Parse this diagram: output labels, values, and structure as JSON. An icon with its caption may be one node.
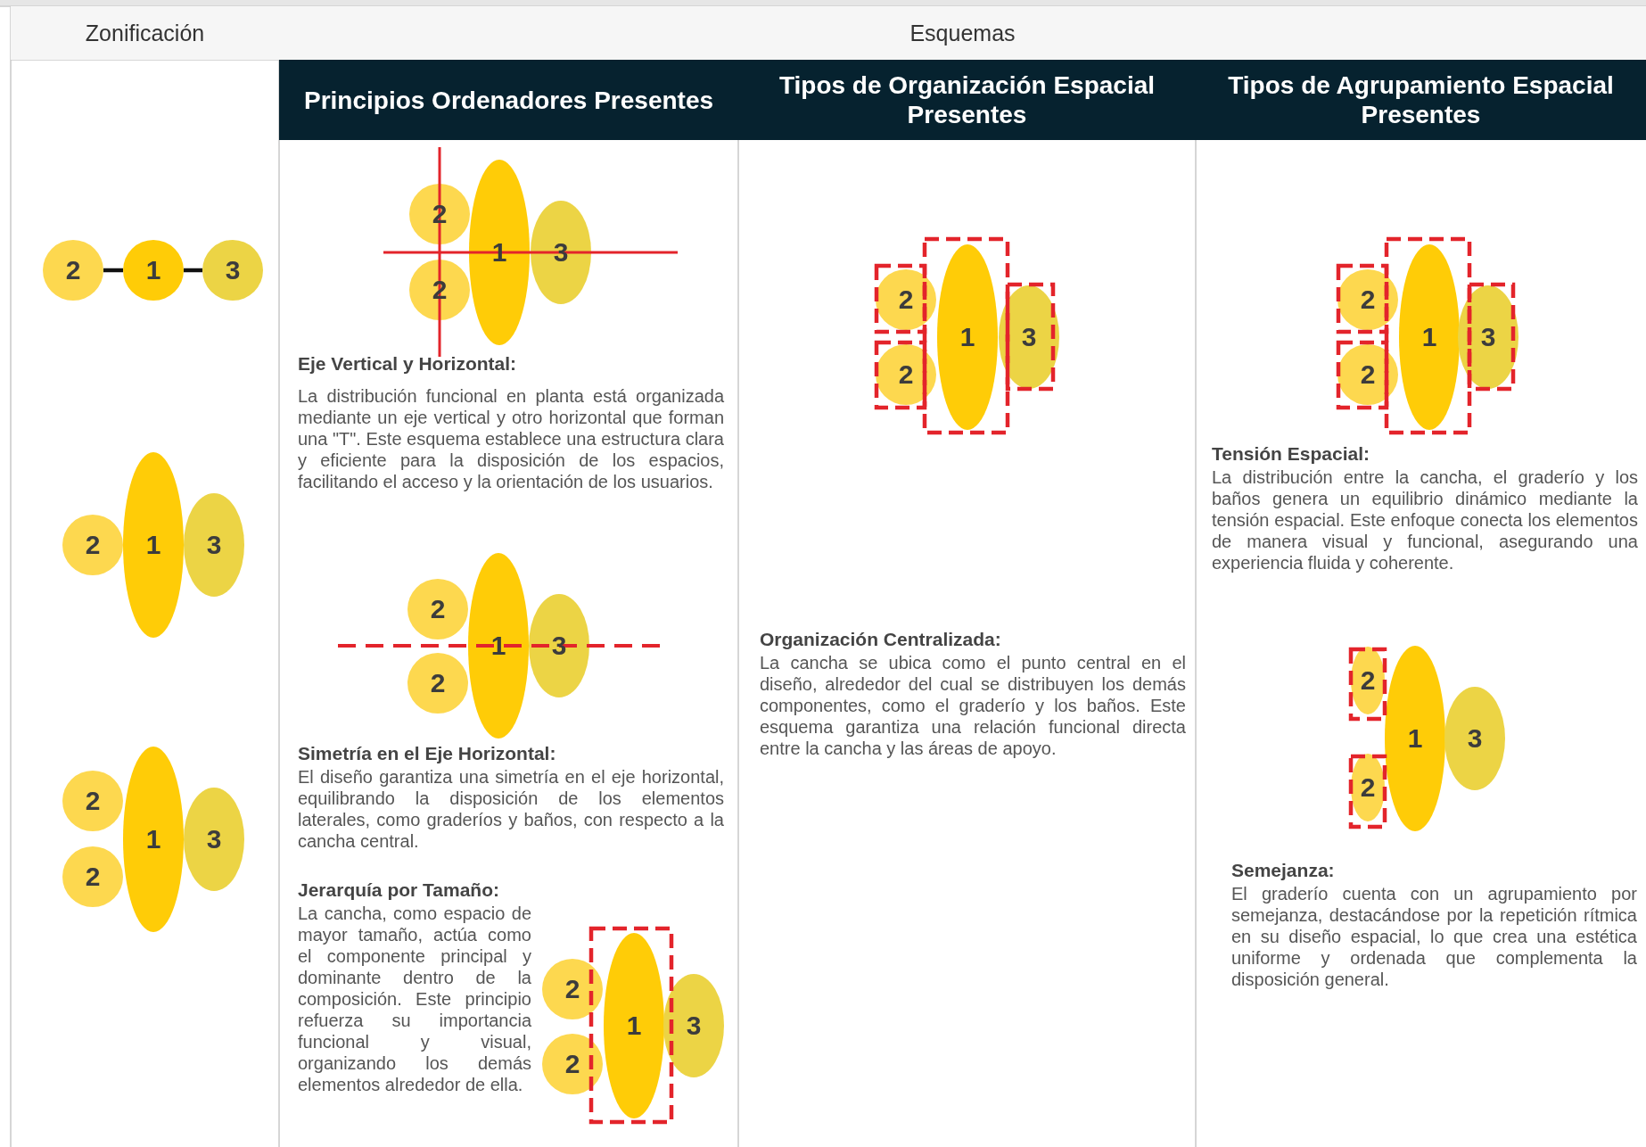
{
  "diagram": {
    "nodes": [
      {
        "text": [
          "2"
        ]
      },
      {
        "text": [
          "1"
        ]
      },
      {
        "text": [
          "3"
        ]
      },
      {
        "text": [
          "2"
        ]
      },
      {
        "text": [
          "1"
        ]
      },
      {
        "text": [
          "3"
        ]
      },
      {
        "text": [
          "2"
        ]
      },
      {
        "text": [
          "2"
        ]
      },
      {
        "text": [
          "1"
        ]
      },
      {
        "text": [
          "3"
        ]
      },
      {
        "text": [
          "2"
        ]
      },
      {
        "text": [
          "2"
        ]
      },
      {
        "text": [
          "1"
        ]
      },
      {
        "text": [
          "3"
        ]
      },
      {
        "text": [
          "2"
        ]
      },
      {
        "text": [
          "2"
        ]
      },
      {
        "text": [
          "1"
        ]
      },
      {
        "text": [
          "3"
        ]
      },
      {
        "text": [
          "2"
        ]
      },
      {
        "text": [
          "2"
        ]
      },
      {
        "text": [
          "1"
        ]
      },
      {
        "text": [
          "3"
        ]
      },
      {
        "text": [
          "2"
        ]
      },
      {
        "text": [
          "2"
        ]
      },
      {
        "text": [
          "1"
        ]
      },
      {
        "text": [
          "3"
        ]
      },
      {
        "text": [
          "2"
        ]
      },
      {
        "text": [
          "2"
        ]
      },
      {
        "text": [
          "1"
        ]
      },
      {
        "text": [
          "3"
        ]
      },
      {
        "text": [
          "2"
        ]
      },
      {
        "text": [
          "2"
        ]
      },
      {
        "text": [
          "1"
        ]
      },
      {
        "text": [
          "3"
        ]
      }
    ],
    "edges": [
      {
        "from": 0,
        "to": 1,
        "arrow": "none"
      },
      {
        "from": 1,
        "to": 2,
        "arrow": "none"
      }
    ],
    "labels": [
      "Zonificación",
      "Esquemas",
      "Principios Ordenadores Presentes",
      "Tipos de Organización Espacial Presentes",
      "Tipos de Agrupamiento Espacial Presentes",
      "Eje Vertical y Horizontal:",
      "La distribución funcional en planta está organizada mediante un eje vertical y otro horizontal que forman una \"T\". Este esquema establece una estructura clara y eficiente para la disposición de los espacios, facilitando el acceso y la orientación de los usuarios.",
      "Simetría en el Eje Horizontal:",
      "El diseño garantiza una simetría en el eje horizontal, equilibrando la disposición de los elementos laterales, como graderíos y baños, con respecto a la cancha central.",
      "Jerarquía por Tamaño:",
      "La cancha, como espacio de mayor tamaño, actúa como el componente principal y dominante dentro de la composición. Este principio refuerza su importancia funcional y visual, organizando los demás elementos alrededor de ella.",
      "Organización Centralizada:",
      "La cancha se ubica como el punto central en el diseño, alrededor del cual se distribuyen los demás componentes, como el graderío y los baños. Este esquema garantiza una relación funcional directa entre la cancha y las áreas de apoyo.",
      "Tensión Espacial:",
      "La distribución entre la cancha, el graderío y los baños genera un equilibrio dinámico mediante la tensión espacial. Este enfoque conecta los elementos de manera visual y funcional, asegurando una experiencia fluida y coherente.",
      "Semejanza:",
      "El graderío cuenta con un agrupamiento por semejanza, destacándose por la repetición rítmica en su diseño espacial, lo que crea una estética uniforme y ordenada que complementa la disposición general."
    ]
  }
}
